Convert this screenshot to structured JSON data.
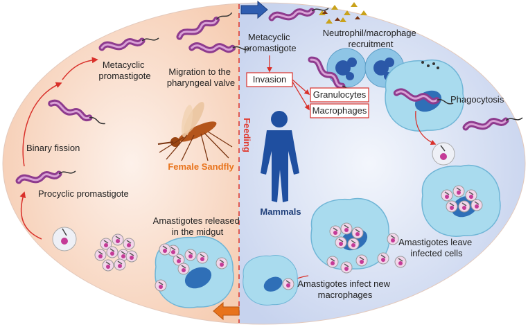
{
  "left_side": {
    "metacyclic": [
      "Metacyclic",
      "promastigote"
    ],
    "migration": [
      "Migration to the",
      "pharyngeal valve"
    ],
    "binary_fission": "Binary fission",
    "procyclic": "Procyclic promastigote",
    "female_sandfly": "Female Sandfly",
    "amastigotes_released": [
      "Amastigotes released",
      "in the midgut"
    ]
  },
  "right_side": {
    "metacyclic": [
      "Metacyclic",
      "promastigote"
    ],
    "recruitment": [
      "Neutrophil/macrophage",
      "recruitment"
    ],
    "invasion": "Invasion",
    "granulocytes": "Granulocytes",
    "macrophages": "Macrophages",
    "phagocytosis": "Phagocytosis",
    "mammals": "Mammals",
    "amastigotes_leave": [
      "Amastigotes leave",
      "infected cells"
    ],
    "amastigotes_infect": [
      "Amastigotes infect new",
      "macrophages"
    ]
  },
  "feeding": "Feeding",
  "colors": {
    "left_bg": "#fbe3d3",
    "right_bg": "#dfe6f5",
    "sandfly_label": "#e8731c",
    "mammals_label": "#1f3f7a",
    "feeding_label": "#e03a2f",
    "arrow_red": "#d9302a",
    "box_border": "#d9302a",
    "parasite": "#8e3b8e",
    "cell": "#a9dbee",
    "nucleus": "#2f6fb7",
    "human": "#1f4fa0"
  }
}
